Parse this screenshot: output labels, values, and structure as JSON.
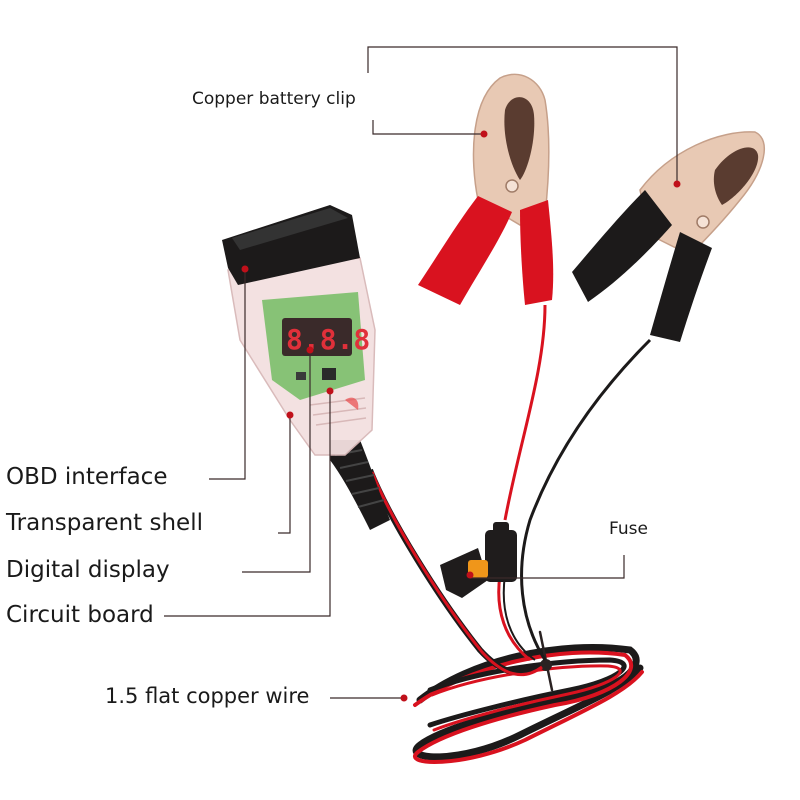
{
  "diagram": {
    "subject": "OBD memory saver cable with battery clips",
    "labels": {
      "copper_battery_clip": "Copper battery clip",
      "obd_interface": "OBD interface",
      "transparent_shell": "Transparent shell",
      "digital_display": "Digital display",
      "circuit_board": "Circuit board",
      "fuse": "Fuse",
      "flat_copper_wire": "1.5 flat copper wire"
    },
    "display_reading": "8.8.8",
    "colors": {
      "background": "#ffffff",
      "leader_line": "#3a2a2a",
      "marker_dot": "#c0101a",
      "red_insulation": "#d9121f",
      "black_insulation": "#1c1a1a",
      "copper_clip": "#e8c9b4",
      "pcb_green": "#7bbf6a",
      "led_digits": "#e0303a",
      "fuse_orange": "#f0961a"
    }
  }
}
